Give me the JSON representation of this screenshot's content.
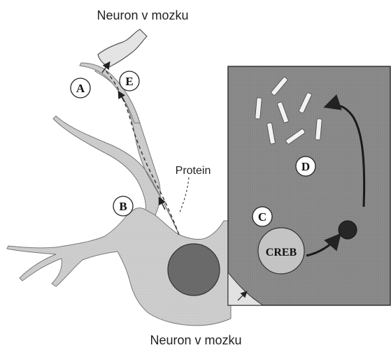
{
  "labels": {
    "top_neuron": "Neuron v mozku",
    "bottom_neuron": "Neuron v mozku",
    "protein": "Protein",
    "creb": "CREB"
  },
  "markers": {
    "a": "A",
    "b": "B",
    "c": "C",
    "d": "D",
    "e": "E"
  },
  "colors": {
    "neuron_fill": "#cfcfcf",
    "nucleus_panel": "#8c8c8c",
    "nucleus_dot": "#6a6a6a",
    "dark_dot": "#262626",
    "creb_fill": "#c4c4c4",
    "text": "#222222"
  }
}
